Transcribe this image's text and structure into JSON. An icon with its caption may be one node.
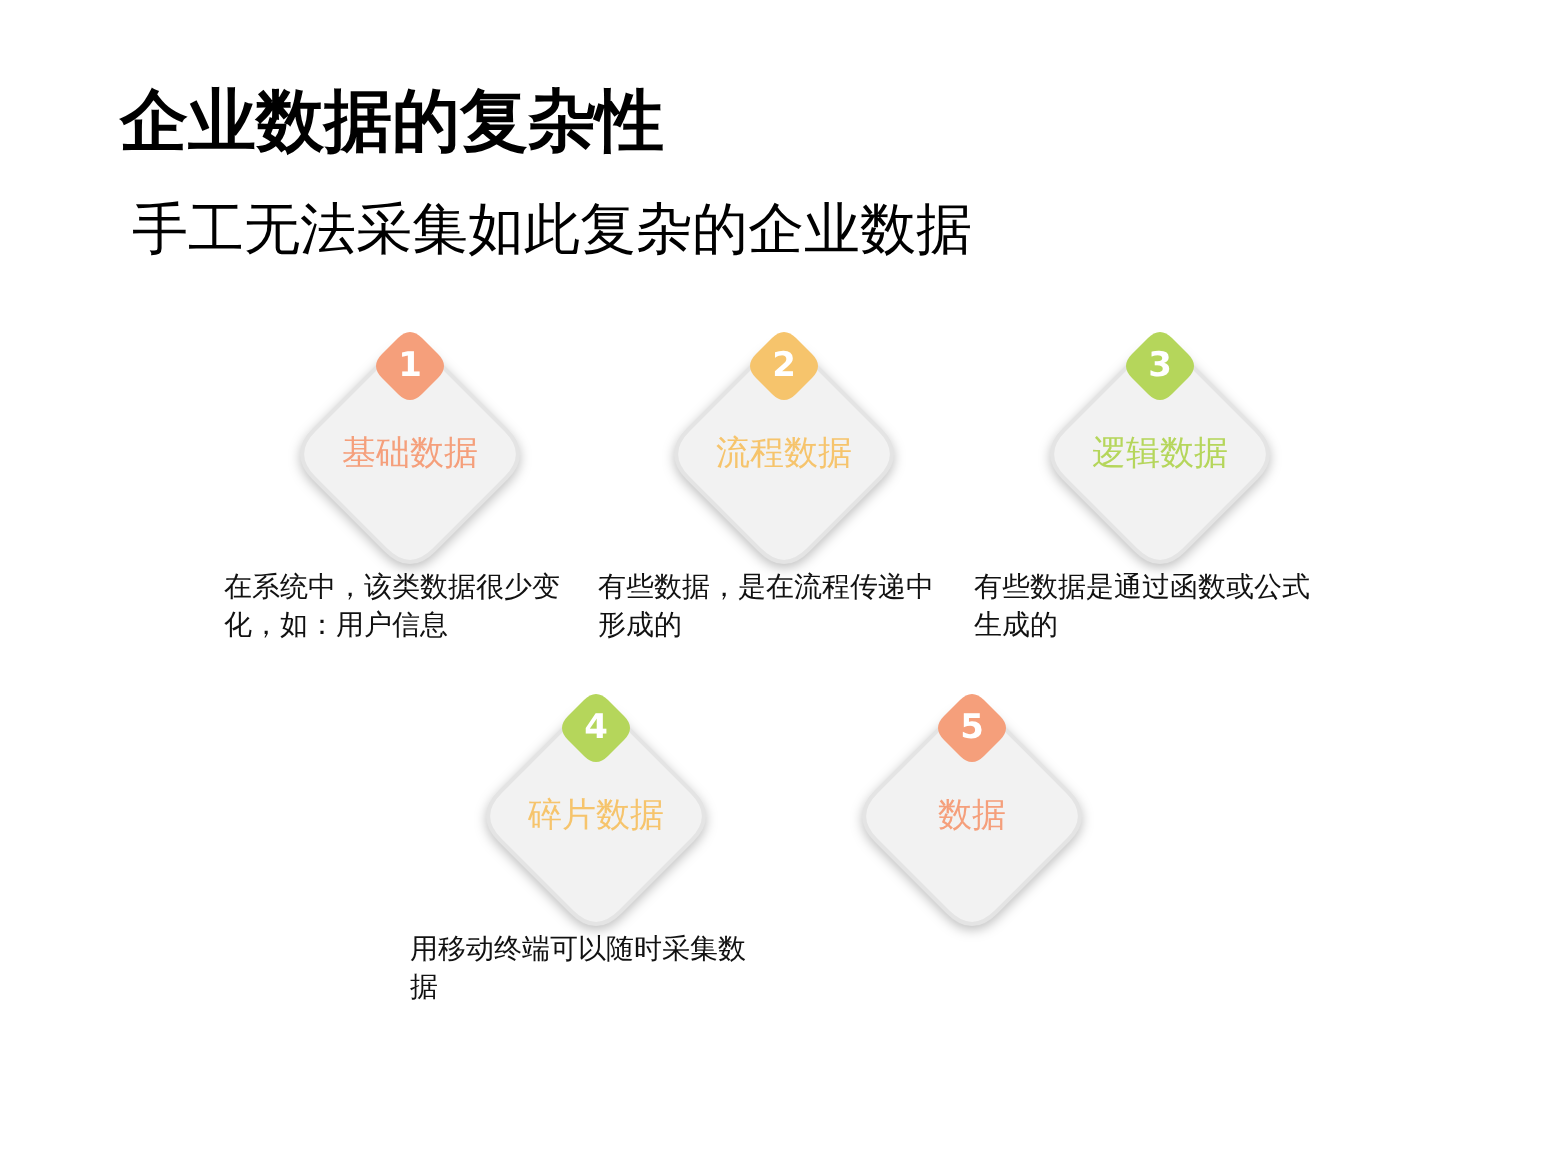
{
  "diagram": {
    "title": "企业数据的复杂性",
    "nodes": [
      {
        "text": [
          "1"
        ]
      },
      {
        "text": [
          "基础数据"
        ],
        "beside": [
          "在系统中，该类数据很少变化，如：用户信息"
        ]
      },
      {
        "text": [
          "2"
        ]
      },
      {
        "text": [
          "流程数据"
        ],
        "beside": [
          "有些数据，是在流程传递中形成的"
        ]
      },
      {
        "text": [
          "3"
        ]
      },
      {
        "text": [
          "逻辑数据"
        ],
        "beside": [
          "有些数据是通过函数或公式生成的"
        ]
      },
      {
        "text": [
          "4"
        ]
      },
      {
        "text": [
          "碎片数据"
        ],
        "beside": [
          "用移动终端可以随时采集数据"
        ]
      },
      {
        "text": [
          "5"
        ]
      },
      {
        "text": [
          "数据"
        ]
      }
    ],
    "edges": [],
    "labels": [
      "手工无法采集如此复杂的企业数据"
    ]
  }
}
